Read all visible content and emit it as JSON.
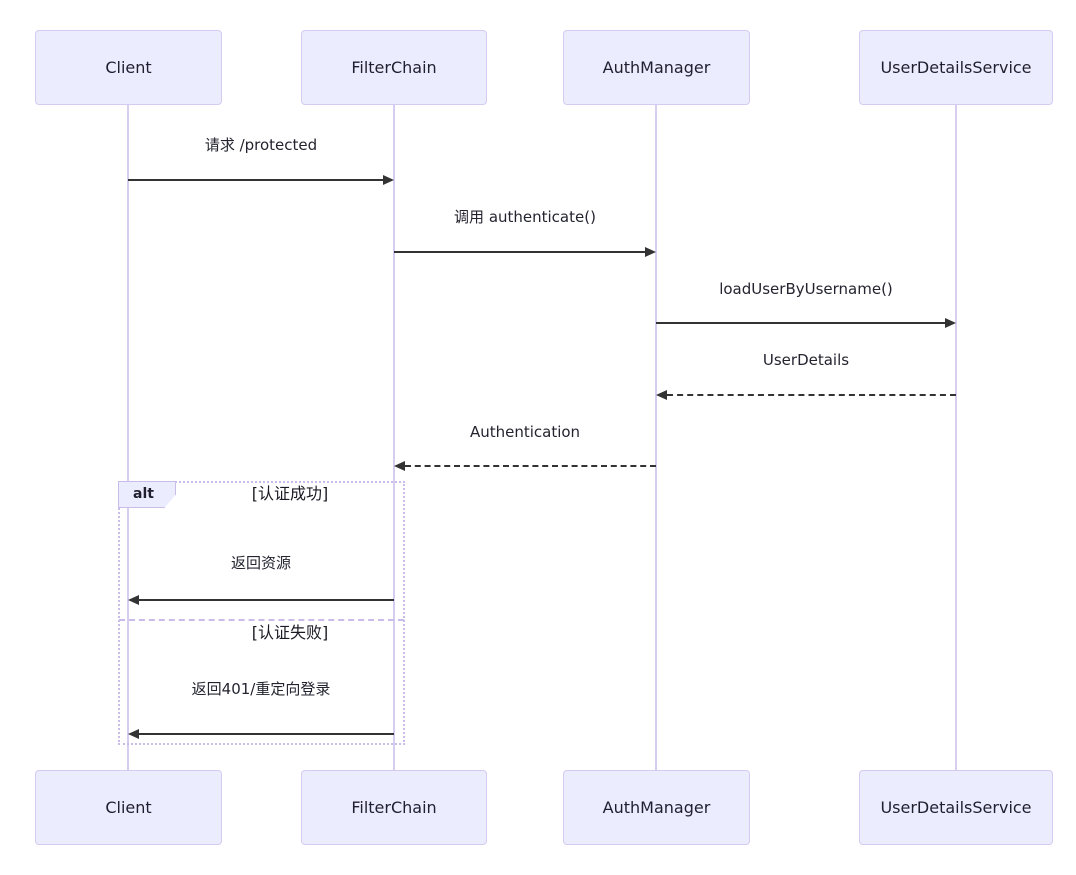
{
  "diagram": {
    "type": "sequence-diagram",
    "actors": [
      {
        "name": "Client"
      },
      {
        "name": "FilterChain"
      },
      {
        "name": "AuthManager"
      },
      {
        "name": "UserDetailsService"
      }
    ],
    "messages": [
      {
        "from": "Client",
        "to": "FilterChain",
        "label": "请求 /protected",
        "line": "solid",
        "direction": "right"
      },
      {
        "from": "FilterChain",
        "to": "AuthManager",
        "label": "调用 authenticate()",
        "line": "solid",
        "direction": "right"
      },
      {
        "from": "AuthManager",
        "to": "UserDetailsService",
        "label": "loadUserByUsername()",
        "line": "solid",
        "direction": "right"
      },
      {
        "from": "UserDetailsService",
        "to": "AuthManager",
        "label": "UserDetails",
        "line": "dashed",
        "direction": "left"
      },
      {
        "from": "AuthManager",
        "to": "FilterChain",
        "label": "Authentication",
        "line": "dashed",
        "direction": "left"
      }
    ],
    "alt": {
      "title": "alt",
      "branches": [
        {
          "guard": "[认证成功]",
          "message": {
            "from": "FilterChain",
            "to": "Client",
            "label": "返回资源",
            "line": "solid",
            "direction": "left"
          }
        },
        {
          "guard": "[认证失败]",
          "message": {
            "from": "FilterChain",
            "to": "Client",
            "label": "返回401/重定向登录",
            "line": "solid",
            "direction": "left"
          }
        }
      ]
    },
    "colors": {
      "actor_fill": "#ECECFF",
      "actor_border": "#d5cbf1",
      "lifeline": "#d6cdf0",
      "frame_border": "#c9bce9",
      "arrow": "#333333",
      "text": "#242430"
    }
  }
}
